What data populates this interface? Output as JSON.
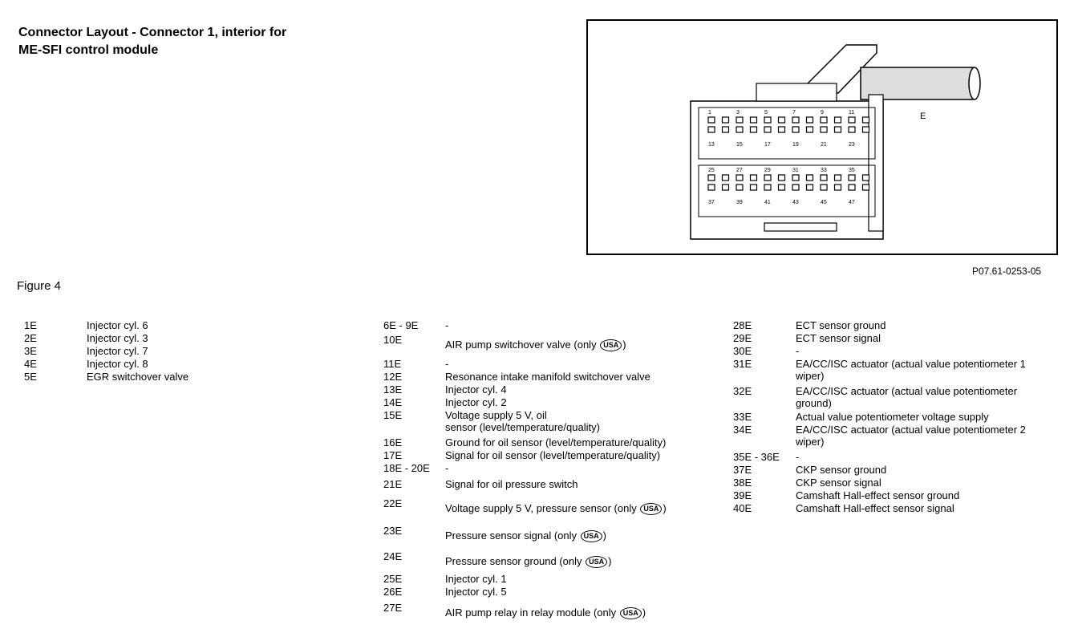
{
  "title": {
    "line1": "Connector Layout - Connector 1, interior for",
    "line2": "ME-SFI control module"
  },
  "figure_label": "Figure 4",
  "reference": "P07.61-0253-05",
  "diagram": {
    "side_label": "E",
    "top_pins": [
      "1",
      "3",
      "5",
      "7",
      "9",
      "11"
    ],
    "mid_pins": [
      "13",
      "15",
      "17",
      "19",
      "21",
      "23"
    ],
    "upper_lower_pins": [
      "25",
      "27",
      "29",
      "31",
      "33",
      "35"
    ],
    "bottom_pins": [
      "37",
      "39",
      "41",
      "43",
      "45",
      "47"
    ]
  },
  "usa_badge": "USA",
  "col1": [
    {
      "pin": "1E",
      "text": "Injector cyl. 6"
    },
    {
      "pin": "2E",
      "text": "Injector cyl. 3"
    },
    {
      "pin": "3E",
      "text": "Injector cyl. 7"
    },
    {
      "pin": "4E",
      "text": "Injector cyl. 8"
    },
    {
      "pin": "5E",
      "text": "EGR switchover valve"
    }
  ],
  "col2": [
    {
      "pin": "6E - 9E",
      "text": "-"
    },
    {
      "pin": "10E",
      "text": "AIR pump switchover valve (only",
      "usa": true
    },
    {
      "pin": "11E",
      "text": "-"
    },
    {
      "pin": "12E",
      "text": "Resonance intake manifold switchover valve"
    },
    {
      "pin": "13E",
      "text": "Injector cyl. 4"
    },
    {
      "pin": "14E",
      "text": "Injector cyl. 2"
    },
    {
      "pin": "15E",
      "text": "Voltage supply 5 V, oil",
      "text2": "sensor (level/temperature/quality)"
    },
    {
      "pin": "16E",
      "text": "Ground for oil sensor (level/temperature/quality)"
    },
    {
      "pin": "17E",
      "text": "Signal for oil sensor (level/temperature/quality)"
    },
    {
      "pin": "18E - 20E",
      "text": "-"
    },
    {
      "pin": "21E",
      "text": "Signal for oil pressure switch"
    },
    {
      "pin": "22E",
      "text": "Voltage supply 5 V, pressure sensor (only",
      "usa": true
    },
    {
      "pin": "23E",
      "text": "Pressure sensor signal (only",
      "usa": true
    },
    {
      "pin": "24E",
      "text": "Pressure sensor ground (only",
      "usa": true
    },
    {
      "pin": "25E",
      "text": "Injector cyl. 1"
    },
    {
      "pin": "26E",
      "text": "Injector cyl. 5"
    },
    {
      "pin": "27E",
      "text": "AIR pump relay in relay module (only",
      "usa": true
    }
  ],
  "col3": [
    {
      "pin": "28E",
      "text": "ECT sensor ground"
    },
    {
      "pin": "29E",
      "text": "ECT sensor signal"
    },
    {
      "pin": "30E",
      "text": "-"
    },
    {
      "pin": "31E",
      "text": "EA/CC/ISC actuator (actual value potentiometer 1",
      "text2": "wiper)"
    },
    {
      "pin": "32E",
      "text": "EA/CC/ISC actuator (actual value potentiometer",
      "text2": "ground)"
    },
    {
      "pin": "33E",
      "text": "Actual value potentiometer voltage supply"
    },
    {
      "pin": "34E",
      "text": "EA/CC/ISC actuator (actual value potentiometer 2",
      "text2": "wiper)"
    },
    {
      "pin": "35E - 36E",
      "text": "-"
    },
    {
      "pin": "37E",
      "text": "CKP sensor ground"
    },
    {
      "pin": "38E",
      "text": "CKP sensor signal"
    },
    {
      "pin": "39E",
      "text": "Camshaft Hall-effect sensor ground"
    },
    {
      "pin": "40E",
      "text": "Camshaft Hall-effect sensor signal"
    }
  ]
}
